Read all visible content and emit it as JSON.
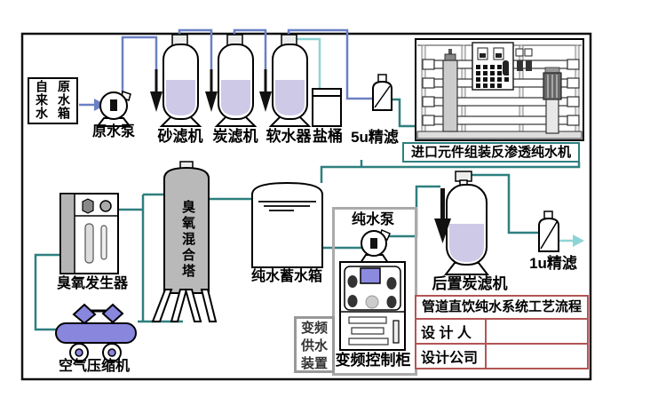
{
  "colors": {
    "pipe_blue": "#6b80c4",
    "pipe_teal": "#2e7f7f",
    "pipe_light": "#8ed4d4",
    "water": "#cfc9e8",
    "machine_gray": "#b9b9b9",
    "compressor_purple": "#8886dd",
    "screen_blue": "#8c8ade",
    "title_red": "#b25555",
    "box_gray": "#aaaaaa"
  },
  "source_tank": {
    "line1": "自来水",
    "line2": "原水箱"
  },
  "equipment": {
    "raw_pump": "原水泵",
    "sand_filter": "砂滤机",
    "carbon_filter": "炭滤机",
    "softener": "软水器",
    "salt_bucket": "盐桶",
    "fine_filter_5u": "5u精滤",
    "ro_machine": "进口元件组装反渗透纯水机",
    "ozone_generator": "臭氧发生器",
    "ozone_tower": "臭氧混合塔",
    "air_compressor": "空气压缩机",
    "pure_water_tank": "纯水蓄水箱",
    "pure_pump": "纯水泵",
    "vfd_cabinet": "变频控制柜",
    "vfd_supply": [
      "变频",
      "供水",
      "装置"
    ],
    "post_carbon": "后置炭滤机",
    "fine_filter_1u": "1u精滤"
  },
  "title_block": {
    "title": "管道直饮纯水系统工艺流程",
    "row2_label": "设 计 人",
    "row2_value": "",
    "row3_label": "设计公司",
    "row3_value": ""
  }
}
